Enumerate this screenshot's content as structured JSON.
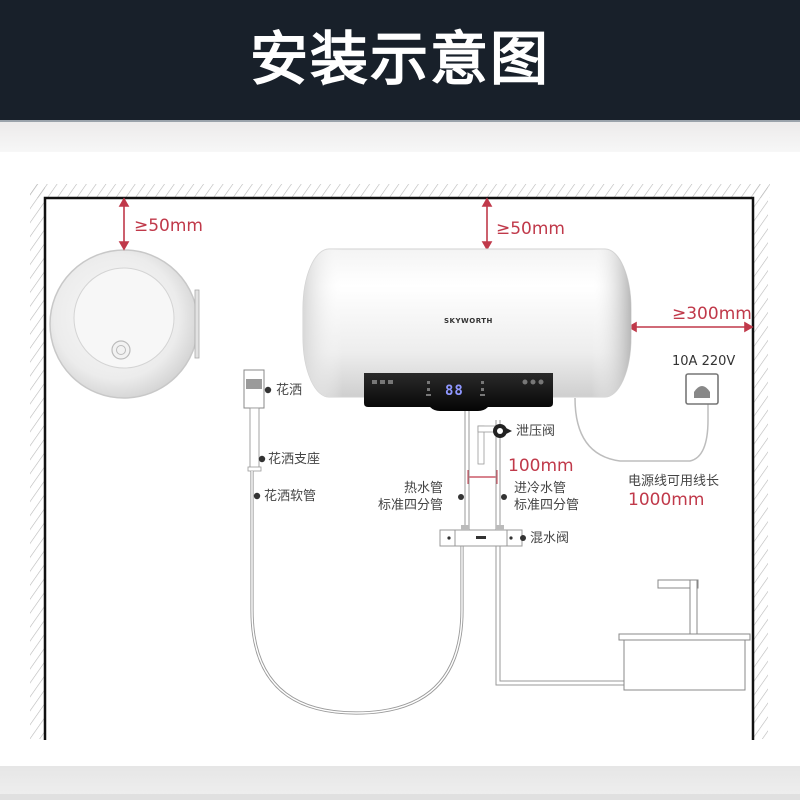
{
  "header": {
    "title": "安装示意图",
    "background": "#18202a",
    "text_color": "#ffffff"
  },
  "diagram": {
    "brand": "SKYWORTH",
    "display_value": "88",
    "clearances": {
      "side_view_top": "≥50mm",
      "front_view_top": "≥50mm",
      "right_side": "≥300mm",
      "pipe_spacing": "100mm",
      "power_cord_value": "1000mm"
    },
    "power": {
      "socket_rating": "10A 220V",
      "cord_label": "电源线可用线长"
    },
    "labels": {
      "shower_head": "花洒",
      "shower_holder": "花洒支座",
      "shower_hose": "花洒软管",
      "pressure_valve": "泄压阀",
      "hot_pipe": "热水管",
      "hot_pipe_spec": "标准四分管",
      "cold_pipe": "进冷水管",
      "cold_pipe_spec": "标准四分管",
      "mixing_valve": "混水阀"
    },
    "colors": {
      "dimension": "#c0394a",
      "wall": "#111111",
      "pipe": "#8a8a8a"
    }
  }
}
